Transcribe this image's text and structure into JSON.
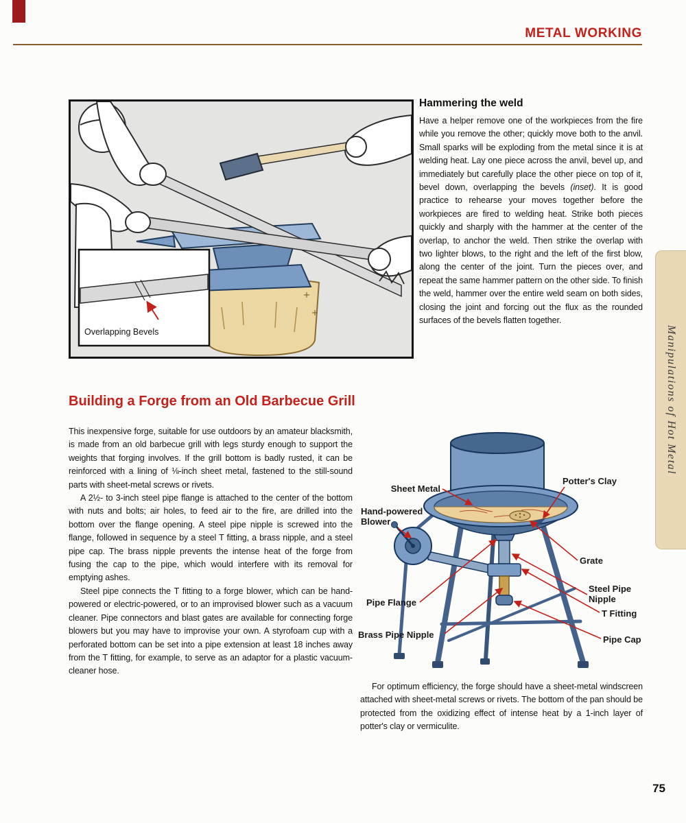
{
  "page": {
    "header_title": "METAL WORKING",
    "sidebar_tab_label": "Manipulations of Hot Metal",
    "page_number": "75"
  },
  "colors": {
    "accent_red": "#c5211b",
    "rule_brown": "#8a5a28",
    "tab_tan": "#e8d8b6",
    "illustration_blue": "#7b9cc4",
    "illustration_tan": "#ecd7a2"
  },
  "hammering_section": {
    "heading": "Hammering the weld",
    "body_part1": "Have a helper remove one of the workpieces from the fire while you remove the other; quickly move both to the anvil. Small sparks will be exploding from the metal since it is at welding heat. Lay one piece across the anvil, bevel up, and immediately but carefully place the other piece on top of it, bevel down, overlapping the bevels ",
    "body_inset_ref": "(inset)",
    "body_part2": ". It is good practice to rehearse your moves together before the workpieces are fired to welding heat. Strike both pieces quickly and sharply with the hammer at the center of the overlap, to anchor the weld. Then strike the overlap with two lighter blows, to the right and the left of the first blow, along the center of the joint. Turn the pieces over, and repeat the same hammer pattern on the other side. To finish the weld, hammer over the entire weld seam on both sides, closing the joint and forcing out the flux as the rounded surfaces of the bevels flatten together."
  },
  "weld_illustration": {
    "inset_label": "Overlapping Bevels"
  },
  "forge_section": {
    "heading": "Building a Forge from an Old Barbecue Grill",
    "para1": "This inexpensive forge, suitable for use outdoors by an amateur blacksmith, is made from an old barbecue grill with legs sturdy enough to support the weights that forging involves. If the grill bottom is badly rusted, it can be reinforced with a lining of ⅛-inch sheet metal, fastened to the still-sound parts with sheet-metal screws or rivets.",
    "para2": "A 2½- to 3-inch steel pipe flange is attached to the center of the bottom with nuts and bolts; air holes, to feed air to the fire, are drilled into the bottom over the flange opening. A steel pipe nipple is screwed into the flange, followed in sequence by a steel T fitting, a brass nipple, and a steel pipe cap. The brass nipple prevents the intense heat of the forge from fusing the cap to the pipe, which would interfere with its removal for emptying ashes.",
    "para3": "Steel pipe connects the T fitting to a forge blower, which can be hand-powered or electric-powered, or to an improvised blower such as a vacuum cleaner. Pipe connectors and blast gates are available for connecting forge blowers but you may have to improvise your own. A styrofoam cup with a perforated bottom can be set into a pipe extension at least 18 inches away from the T fitting, for example, to serve as an adaptor for a plastic vacuum-cleaner hose.",
    "closing_para": "For optimum efficiency, the forge should have a sheet-metal windscreen attached with sheet-metal screws or rivets. The bottom of the pan should be protected from the oxidizing effect of intense heat by a 1-inch layer of potter's clay or vermiculite."
  },
  "forge_diagram": {
    "labels": {
      "sheet_metal": "Sheet Metal",
      "potters_clay": "Potter's Clay",
      "blower_line1": "Hand-powered",
      "blower_line2": "Blower",
      "grate": "Grate",
      "steel_pipe_line1": "Steel Pipe",
      "steel_pipe_line2": "Nipple",
      "pipe_flange": "Pipe Flange",
      "t_fitting": "T Fitting",
      "brass_pipe_nipple": "Brass Pipe Nipple",
      "pipe_cap": "Pipe Cap"
    }
  }
}
